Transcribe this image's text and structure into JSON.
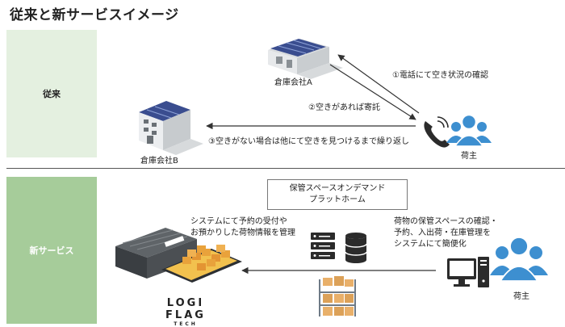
{
  "title": "従来と新サービスイメージ",
  "bands": {
    "old": "従来",
    "new": "新サービス"
  },
  "old": {
    "warehouse_a": "倉庫会社A",
    "warehouse_b": "倉庫会社B",
    "shipper": "荷主",
    "step1": "①電話にて空き状況の確認",
    "step2": "②空きがあれば寄託",
    "step3": "③空きがない場合は他にて空きを見つけるまで繰り返し"
  },
  "new": {
    "platform_line1": "保管スペースオンデマンド",
    "platform_line2": "プラットホーム",
    "left_note_line1": "システムにて予約の受付や",
    "left_note_line2": "お預かりした荷物情報を管理",
    "right_note_line1": "荷物の保管スペースの確認・",
    "right_note_line2": "予約、入出荷・在庫管理を",
    "right_note_line3": "システムにて簡便化",
    "shipper": "荷主",
    "logo_main": "LOGI FLAG",
    "logo_sub": "TECH"
  },
  "colors": {
    "band_old": "#e4f0e0",
    "band_new": "#a6cc9a",
    "icon_blue": "#3d8fd0",
    "box_orange": "#e9a23b",
    "building_grey": "#5f6468"
  }
}
